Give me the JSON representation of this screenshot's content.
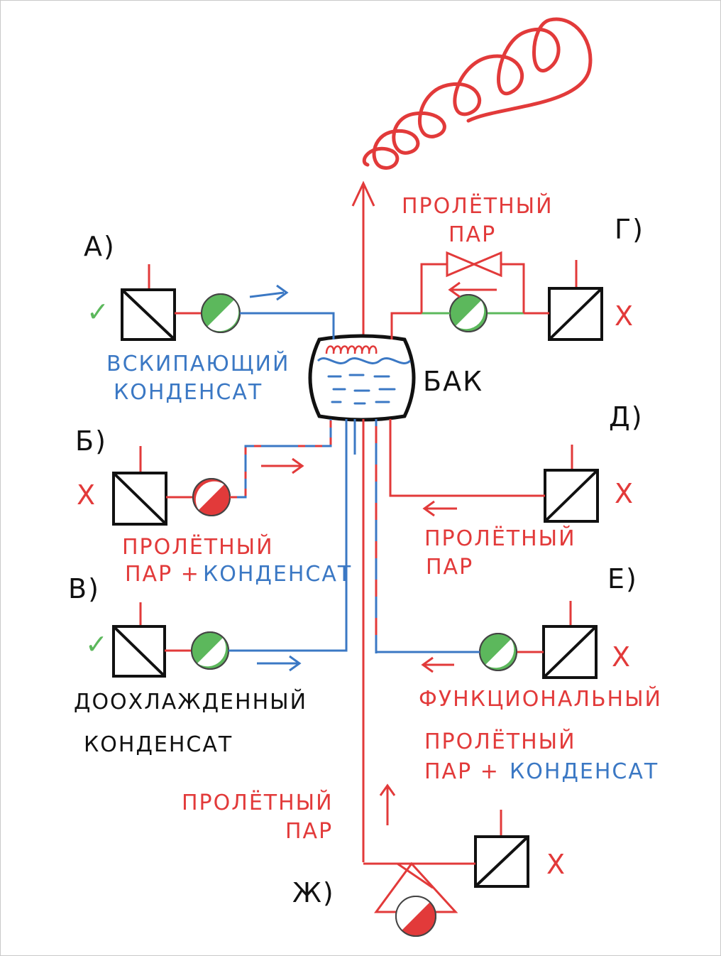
{
  "labels": {
    "a": "А)",
    "b": "Б)",
    "v": "В)",
    "g": "Г)",
    "d": "Д)",
    "e": "Е)",
    "zh": "Ж)",
    "tank": "БАК",
    "check": "✓",
    "cross": "Х",
    "a_line1": "ВСКИПАЮЩИЙ",
    "a_line2": "КОНДЕНСАТ",
    "b_line1": "ПРОЛЁТНЫЙ",
    "b_line2a": "ПАР +",
    "b_line2b": "КОНДЕНСАТ",
    "v_line1": "ДООХЛАЖДЕННЫЙ",
    "v_line2": "КОНДЕНСАТ",
    "g_line1": "ПРОЛЁТНЫЙ",
    "g_line2": "ПАР",
    "d_line1": "ПРОЛЁТНЫЙ",
    "d_line2": "ПАР",
    "e_line1": "ФУНКЦИОНАЛЬНЫЙ",
    "e_line2": "ПРОЛЁТНЫЙ",
    "e_line3a": "ПАР +",
    "e_line3b": "КОНДЕНСАТ",
    "zh_line1": "ПРОЛЁТНЫЙ",
    "zh_line2": "ПАР"
  },
  "colors": {
    "steam": "#e23a3a",
    "condensate": "#3b78c4",
    "ok": "#5cb85c",
    "ink": "#111111"
  }
}
